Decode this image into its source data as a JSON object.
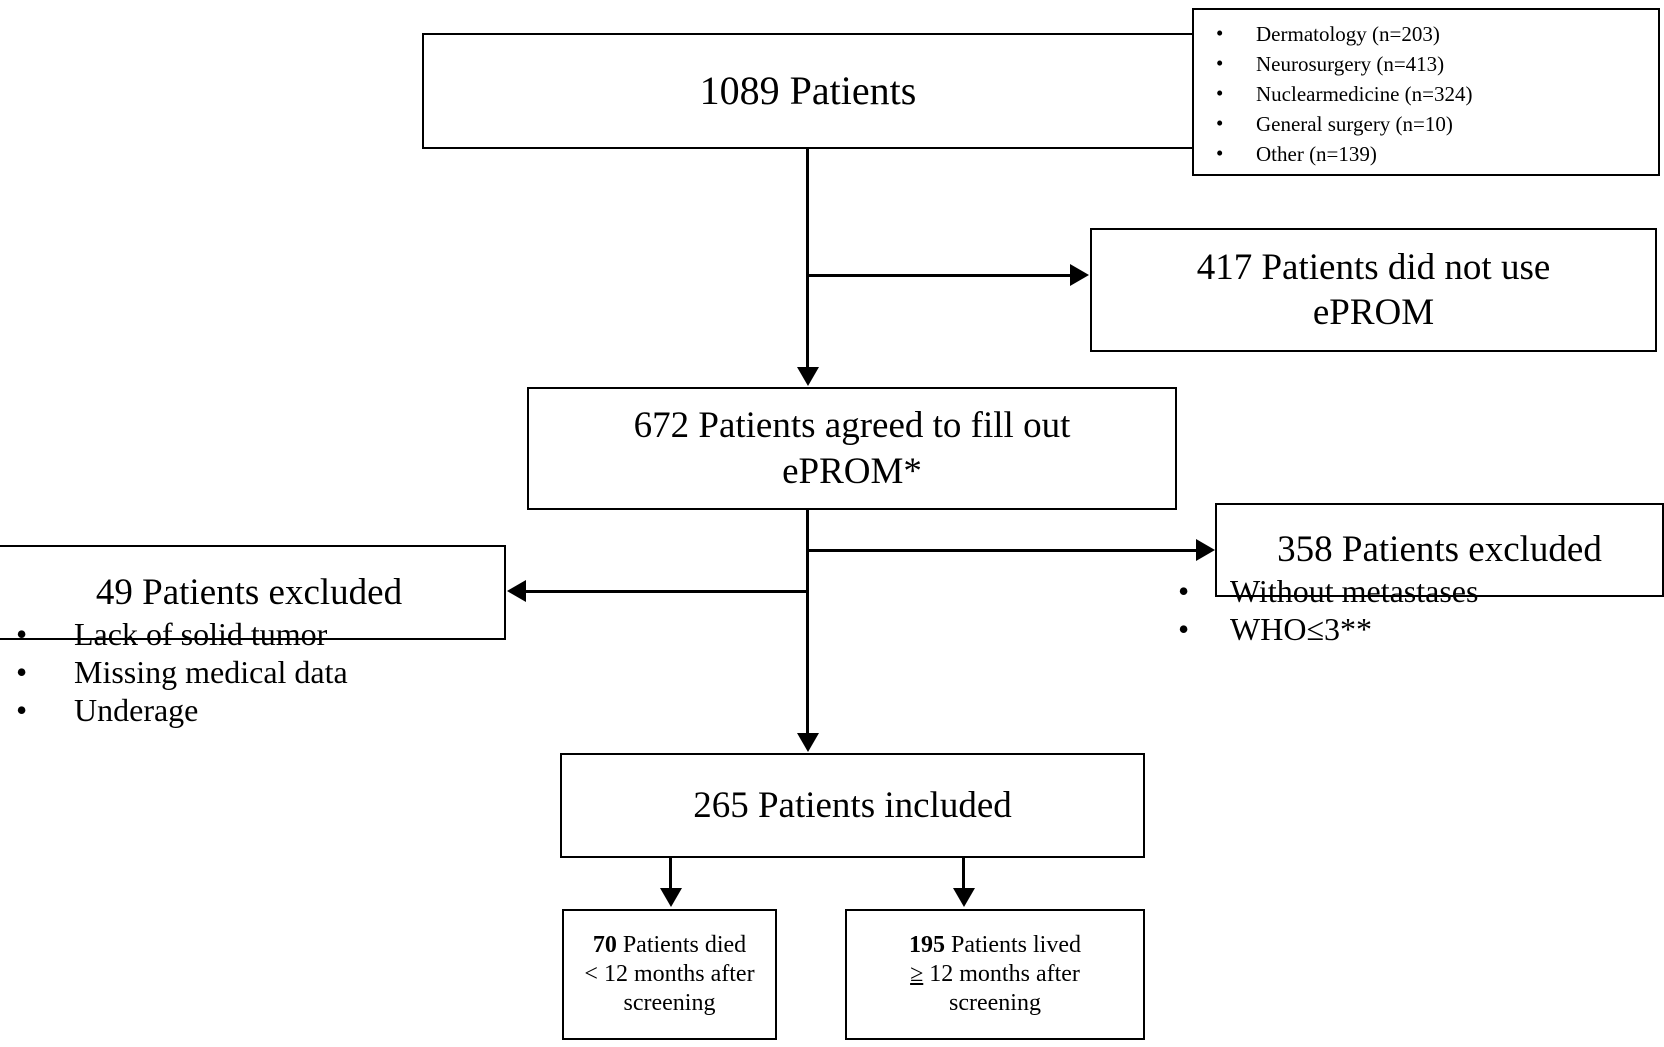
{
  "diagram": {
    "title": "Patient inclusion flow diagram",
    "stroke_color": "#000000",
    "background_color": "#ffffff"
  },
  "nodes": {
    "total": {
      "label": "1089 Patients",
      "count": 1089
    },
    "sources": {
      "items": [
        "Dermatology (n=203)",
        "Neurosurgery (n=413)",
        "Nuclearmedicine (n=324)",
        "General surgery (n=10)",
        "Other (n=139)"
      ],
      "bullet": "•"
    },
    "not_used": {
      "line1": "417 Patients did not use",
      "line2": "ePROM",
      "count": 417
    },
    "agreed": {
      "line1": "672 Patients agreed to fill out",
      "line2": "ePROM*",
      "count": 672
    },
    "excluded_right": {
      "label": "358 Patients excluded",
      "count": 358,
      "reasons": [
        "Without metastases",
        "WHO≤3**"
      ],
      "bullet": "•"
    },
    "excluded_left": {
      "label": "49 Patients excluded",
      "count": 49,
      "reasons": [
        "Lack of solid tumor",
        "Missing medical data",
        "Underage"
      ],
      "bullet": "•"
    },
    "included": {
      "label": "265 Patients included",
      "count": 265
    },
    "died": {
      "count_label": "70",
      "line1_rest": " Patients died",
      "line2": "< 12 months after",
      "line3": "screening",
      "count": 70
    },
    "lived": {
      "count_label": "195",
      "line1_rest": " Patients lived",
      "line2_symbol": "≥",
      "line2_rest": " 12 months after",
      "line3": "screening",
      "count": 195
    }
  }
}
